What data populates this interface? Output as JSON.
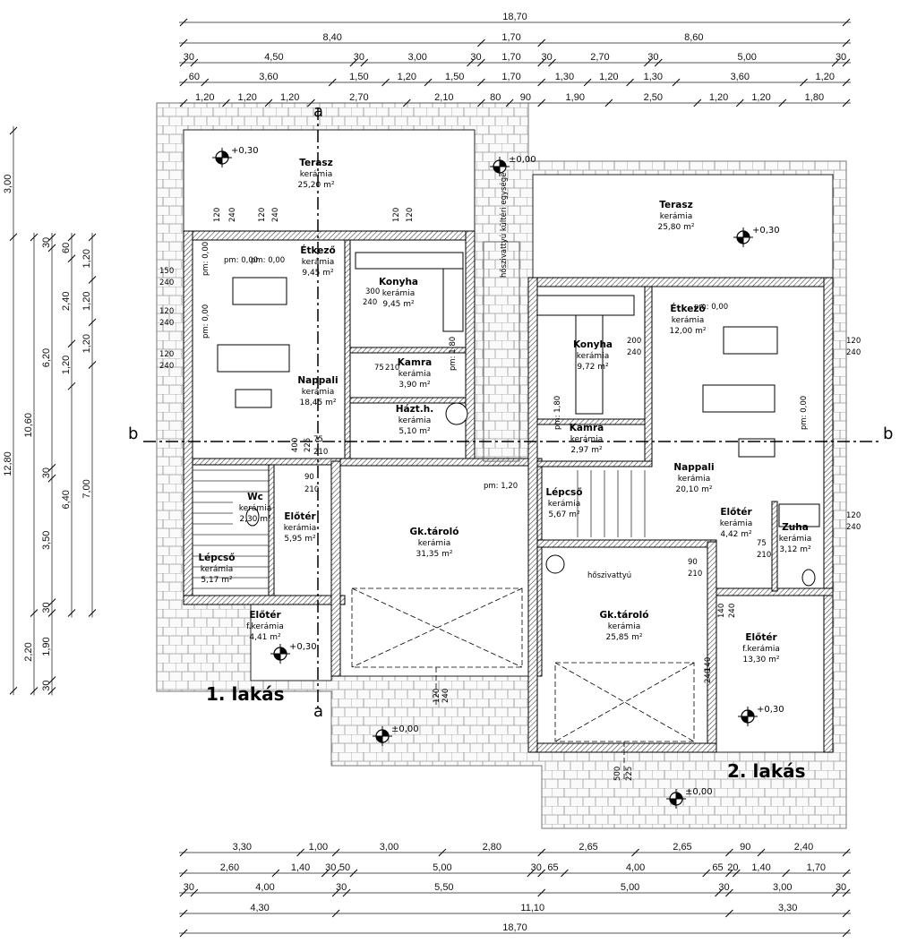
{
  "title": "Földszinti alaprajz",
  "units": [
    "1. lakás",
    "2. lakás"
  ],
  "section_marks": {
    "a_top": "a",
    "a_bottom": "a",
    "b_left": "b",
    "b_right": "b"
  },
  "rooms": [
    {
      "name": "Terasz",
      "material": "kerámia",
      "area": "25,20 m²"
    },
    {
      "name": "Terasz",
      "material": "kerámia",
      "area": "25,80 m²"
    },
    {
      "name": "Étkező",
      "material": "kerámia",
      "area": "9,45 m²"
    },
    {
      "name": "Konyha",
      "material": "kerámia",
      "area": "9,45 m²"
    },
    {
      "name": "Kamra",
      "material": "kerámia",
      "area": "3,90 m²"
    },
    {
      "name": "Nappali",
      "material": "kerámia",
      "area": "18,45 m²"
    },
    {
      "name": "Házt.h.",
      "material": "kerámia",
      "area": "5,10 m²"
    },
    {
      "name": "Wc",
      "material": "kerámia",
      "area": "2,30 m²"
    },
    {
      "name": "Előtér",
      "material": "kerámia",
      "area": "5,95 m²"
    },
    {
      "name": "Lépcső",
      "material": "kerámia",
      "area": "5,17 m²"
    },
    {
      "name": "Előtér",
      "material": "f.kerámia",
      "area": "4,41 m²"
    },
    {
      "name": "Gk.tároló",
      "material": "kerámia",
      "area": "31,35 m²"
    },
    {
      "name": "Konyha",
      "material": "kerámia",
      "area": "9,72 m²"
    },
    {
      "name": "Étkező",
      "material": "kerámia",
      "area": "12,00 m²"
    },
    {
      "name": "Kamra",
      "material": "kerámia",
      "area": "2,97 m²"
    },
    {
      "name": "Lépcső",
      "material": "kerámia",
      "area": "5,67 m²"
    },
    {
      "name": "Nappali",
      "material": "kerámia",
      "area": "20,10 m²"
    },
    {
      "name": "Előtér",
      "material": "kerámia",
      "area": "4,42 m²"
    },
    {
      "name": "Zuha",
      "material": "kerámia",
      "area": "3,12 m²"
    },
    {
      "name": "Gk.tároló",
      "material": "kerámia",
      "area": "25,85 m²"
    },
    {
      "name": "Előtér",
      "material": "f.kerámia",
      "area": "13,30 m²"
    }
  ],
  "levels": [
    "+0,30",
    "±0,00",
    "+0,30",
    "+0,30",
    "±0,00",
    "+0,30",
    "±0,00"
  ],
  "annotations": [
    "hőszivattyú",
    "hőszivattyú kültéri egysége",
    "pm: 1,20",
    "pm: 0,00",
    "pm: 0,00",
    "pm: 0,00",
    "pm: 0,00",
    "pm: 1,80",
    "pm: 1,80",
    "pm: 0,00",
    "pm: 0,00"
  ],
  "openings": [
    "120",
    "240",
    "120",
    "240",
    "120",
    "120",
    "300",
    "240",
    "200",
    "240",
    "75",
    "210",
    "75",
    "210",
    "90",
    "210",
    "90",
    "210",
    "75",
    "210",
    "140",
    "240",
    "140",
    "240",
    "120",
    "240",
    "500",
    "225",
    "400",
    "225",
    "150",
    "240",
    "120",
    "240",
    "120",
    "240",
    "120",
    "240",
    "120",
    "240"
  ],
  "dimensions": {
    "top": [
      [
        "18,70"
      ],
      [
        "8,40",
        "1,70",
        "8,60"
      ],
      [
        "30",
        "4,50",
        "30",
        "3,00",
        "30",
        "1,70",
        "30",
        "2,70",
        "30",
        "5,00",
        "30"
      ],
      [
        "60",
        "3,60",
        "1,50",
        "1,20",
        "1,50",
        "1,70",
        "1,30",
        "1,20",
        "1,30",
        "3,60",
        "1,20"
      ],
      [
        "1,20",
        "1,20",
        "1,20",
        "2,70",
        "2,10",
        "80",
        "90",
        "1,90",
        "2,50",
        "1,20",
        "1,20",
        "1,80"
      ]
    ],
    "bottom": [
      [
        "3,30",
        "1,00",
        "3,00",
        "2,80",
        "2,65",
        "2,65",
        "90",
        "2,40"
      ],
      [
        "2,60",
        "1,40",
        "30",
        "50",
        "5,00",
        "30",
        "65",
        "4,00",
        "65",
        "20",
        "1,40",
        "1,70"
      ],
      [
        "30",
        "4,00",
        "30",
        "5,50",
        "5,00",
        "30",
        "3,00",
        "30"
      ],
      [
        "4,30",
        "11,10",
        "3,30"
      ],
      [
        "18,70"
      ]
    ],
    "left": [
      [
        "3,00",
        "12,80"
      ],
      [
        "10,60",
        "2,20"
      ],
      [
        "30",
        "6,20",
        "30",
        "3,50",
        "30",
        "1,90",
        "30"
      ],
      [
        "60",
        "2,40",
        "1,20",
        "6,40"
      ],
      [
        "1,20",
        "1,20",
        "1,20",
        "7,00"
      ]
    ]
  }
}
